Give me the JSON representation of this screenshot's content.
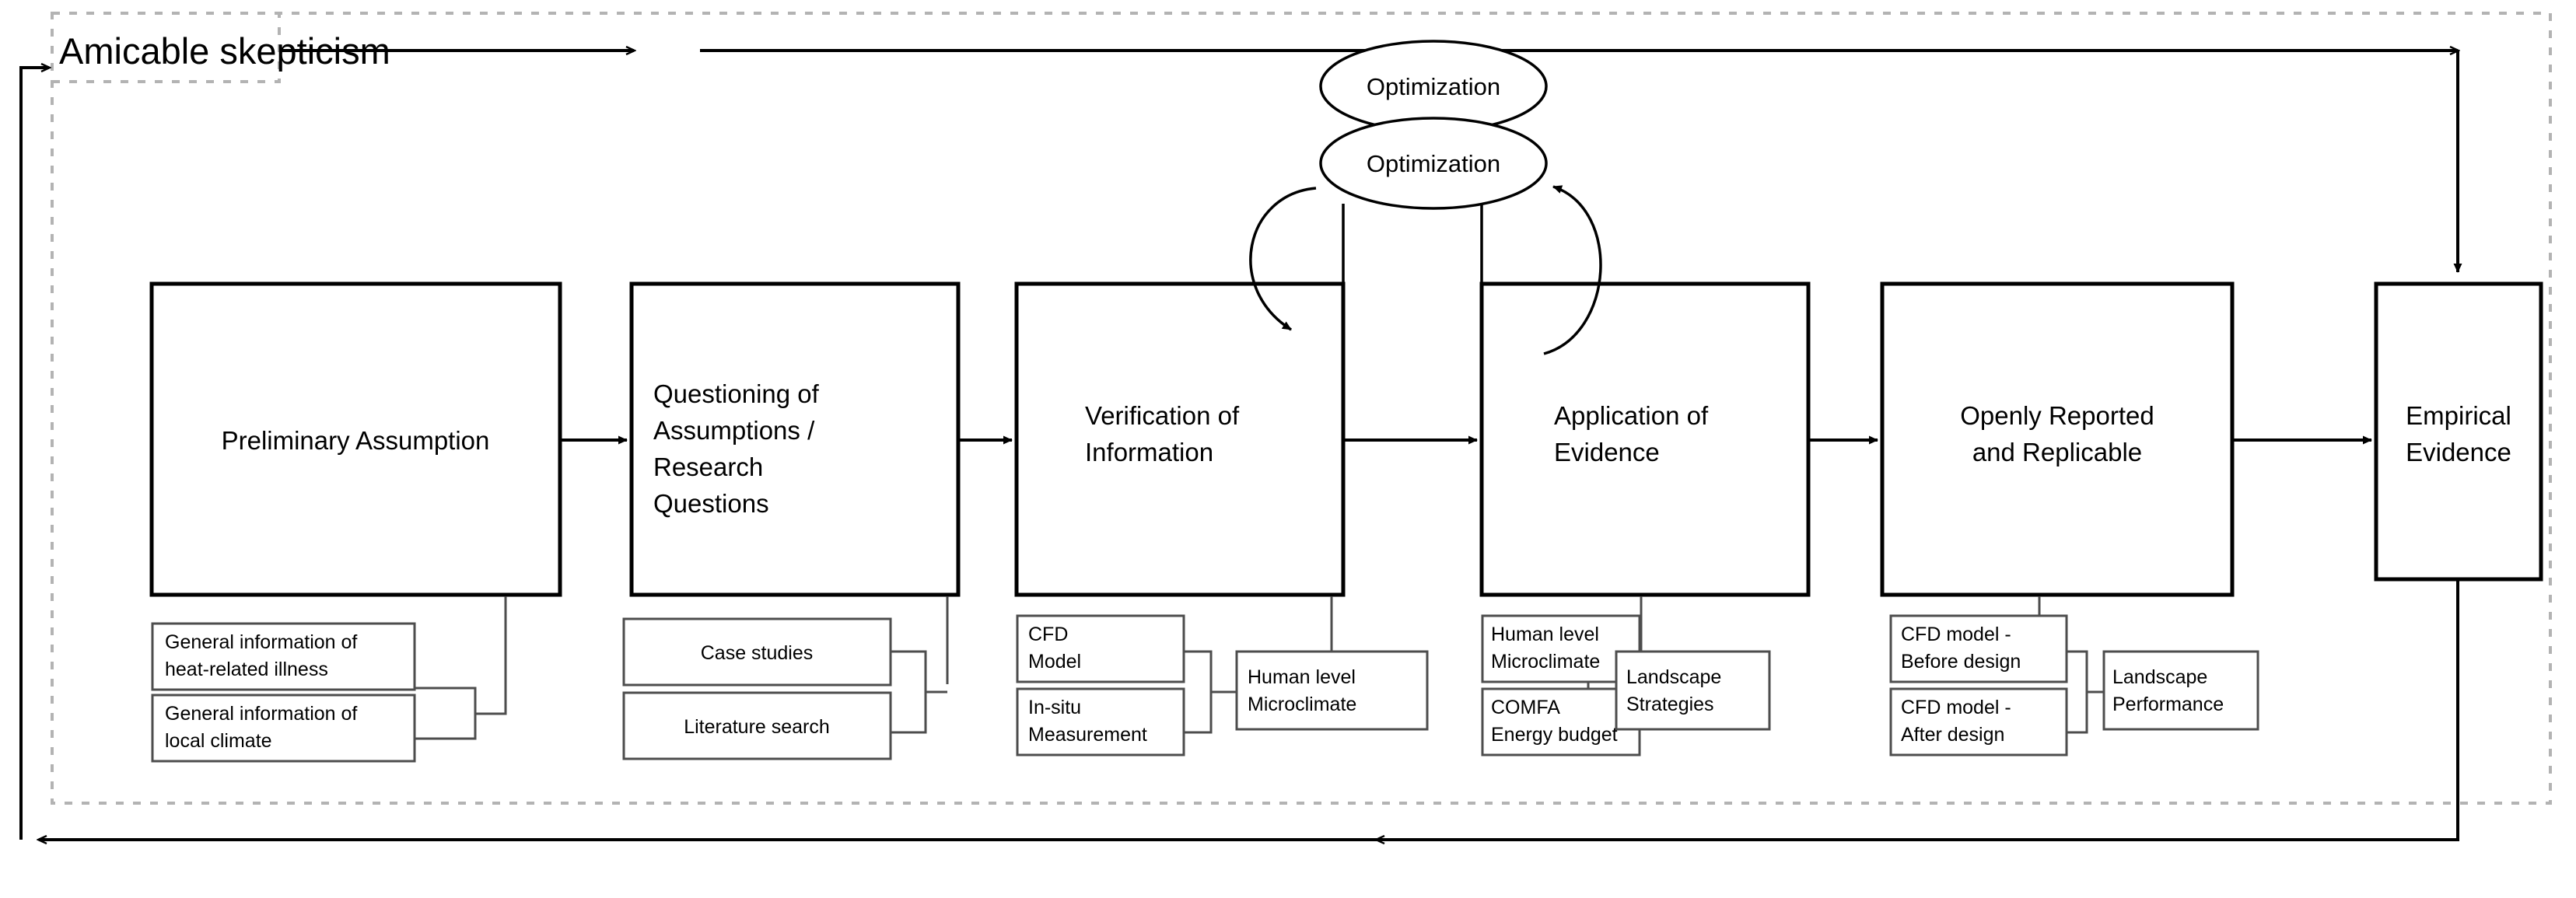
{
  "diagram": {
    "title": "Research framework flowchart",
    "banner": {
      "label": "Amicable skepticism"
    },
    "colors": {
      "stroke": "#000000",
      "sub_stroke": "#4d4d4d",
      "dashed_frame": "#b3b3b3",
      "background": "#ffffff"
    },
    "stages": [
      {
        "id": "preliminary-assumption",
        "label": "Preliminary Assumption",
        "align": "center"
      },
      {
        "id": "questioning-of-assumptions",
        "label": "Questioning of Assumptions / Research Questions",
        "align": "left",
        "lines": [
          "Questioning of",
          "Assumptions /",
          "Research",
          "Questions"
        ]
      },
      {
        "id": "verification-of-information",
        "label": "Verification of Information",
        "align": "left",
        "lines": [
          "Verification of",
          "Information"
        ]
      },
      {
        "id": "application-of-evidence",
        "label": "Application of Evidence",
        "align": "left",
        "lines": [
          "Application of",
          "Evidence"
        ]
      },
      {
        "id": "openly-reported-and-replicable",
        "label": "Openly Reported and Replicable",
        "align": "center",
        "lines": [
          "Openly Reported",
          "and Replicable"
        ]
      },
      {
        "id": "empirical-evidence",
        "label": "Empirical Evidence",
        "align": "center",
        "lines": [
          "Empirical",
          "Evidence"
        ]
      }
    ],
    "optimization_loop": {
      "top_label": "Optimization",
      "bottom_label": "Optimization"
    },
    "sub_groups": [
      {
        "stage": "preliminary-assumption",
        "inputs": [
          {
            "id": "general-information-heat-related-illness",
            "lines": [
              "General information of",
              "heat-related illness"
            ],
            "align": "left"
          },
          {
            "id": "general-information-local-climate",
            "lines": [
              "General information of",
              "local climate"
            ],
            "align": "left"
          }
        ],
        "output": null
      },
      {
        "stage": "questioning-of-assumptions",
        "inputs": [
          {
            "id": "case-studies",
            "lines": [
              "Case studies"
            ],
            "align": "center"
          },
          {
            "id": "literature-search",
            "lines": [
              "Literature search"
            ],
            "align": "center"
          }
        ],
        "output": null
      },
      {
        "stage": "verification-of-information",
        "inputs": [
          {
            "id": "cfd-model",
            "lines": [
              "CFD",
              "Model"
            ],
            "align": "left"
          },
          {
            "id": "in-situ-measurement",
            "lines": [
              "In-situ",
              "Measurement"
            ],
            "align": "left"
          }
        ],
        "output": {
          "id": "human-level-microclimate-1",
          "lines": [
            "Human level",
            "Microclimate"
          ],
          "align": "left"
        }
      },
      {
        "stage": "application-of-evidence",
        "inputs": [
          {
            "id": "human-level-microclimate-2",
            "lines": [
              "Human level",
              "Microclimate"
            ],
            "align": "left"
          },
          {
            "id": "comfa-energy-budget",
            "lines": [
              "COMFA",
              "Energy budget"
            ],
            "align": "left"
          }
        ],
        "output": {
          "id": "landscape-strategies",
          "lines": [
            "Landscape",
            "Strategies"
          ],
          "align": "left"
        }
      },
      {
        "stage": "openly-reported-and-replicable",
        "inputs": [
          {
            "id": "cfd-model-before-design",
            "lines": [
              "CFD model -",
              "Before design"
            ],
            "align": "left"
          },
          {
            "id": "cfd-model-after-design",
            "lines": [
              "CFD model -",
              "After design"
            ],
            "align": "left"
          }
        ],
        "output": {
          "id": "landscape-performance",
          "lines": [
            "Landscape",
            "Performance"
          ],
          "align": "left"
        }
      }
    ],
    "feedback": {
      "top_description": "Amicable skepticism feedback from left return path to Empirical Evidence",
      "bottom_description": "Return path from Empirical Evidence back to Preliminary Assumption"
    }
  }
}
